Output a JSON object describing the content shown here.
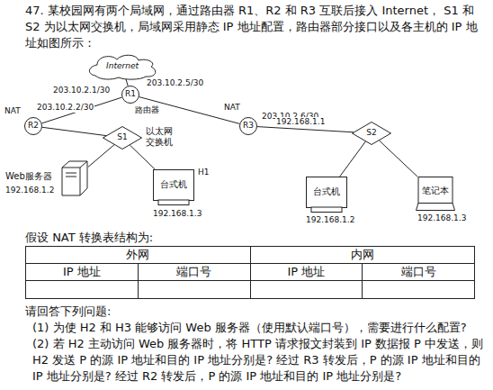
{
  "diagram": {
    "nodes": [
      {
        "text": [
          "Internet"
        ]
      },
      {
        "text": [
          "R1",
          "路由器"
        ]
      },
      {
        "text": [
          "R2"
        ]
      },
      {
        "text": [
          "R3"
        ]
      },
      {
        "text": [
          "S1",
          "以太网交换机"
        ]
      },
      {
        "text": [
          "S2"
        ]
      },
      {
        "text": [
          "Web服务器",
          "192.168.1.2"
        ]
      },
      {
        "text": [
          "台式机",
          "H1",
          "192.168.1.3"
        ]
      },
      {
        "text": [
          "台式机",
          "192.168.1.2"
        ]
      },
      {
        "text": [
          "笔记本",
          "192.168.1.3"
        ]
      }
    ],
    "edges": [
      {
        "from": 0,
        "to": 1,
        "arrow": "none"
      },
      {
        "from": 1,
        "to": 2,
        "arrow": "none"
      },
      {
        "from": 1,
        "to": 3,
        "arrow": "none"
      },
      {
        "from": 2,
        "to": 4,
        "arrow": "none"
      },
      {
        "from": 4,
        "to": 6,
        "arrow": "none"
      },
      {
        "from": 4,
        "to": 7,
        "arrow": "none"
      },
      {
        "from": 3,
        "to": 5,
        "arrow": "none"
      },
      {
        "from": 5,
        "to": 8,
        "arrow": "none"
      },
      {
        "from": 5,
        "to": 9,
        "arrow": "none"
      }
    ],
    "labels": [
      "47. 某校园网有两个局域网，通过路由器 R1、R2 和 R3 互联后接入 Internet， S1 和 S2 为以太网交换机，局域网采用静态 IP 地址配置，路由器部分接口以及各主机的 IP 地址如图所示：",
      "203.10.2.1/30",
      "203.10.2.5/30",
      "NAT",
      "203.10.2.2/30",
      "NAT",
      "203.10.2.6/30",
      "192.168.1.1",
      "假设 NAT 转换表结构为:",
      "外网",
      "内网",
      "IP 地址",
      "端口号",
      "IP 地址",
      "端口号",
      "请回答下列问题:",
      "(1) 为使 H2 和 H3 能够访问 Web 服务器（使用默认端口号），需要进行什么配置?",
      "(2) 若 H2 主动访问 Web 服务器时，将 HTTP 请求报文封装到 IP 数据报 P 中发送，则 H2 发送 P 的源 IP 地址和目的 IP 地址分别是? 经过 R3 转发后，P 的源 IP 地址和目的 IP 地址分别是? 经过 R2 转发后，P 的源 IP 地址和目的 IP 地址分别是?"
    ]
  }
}
